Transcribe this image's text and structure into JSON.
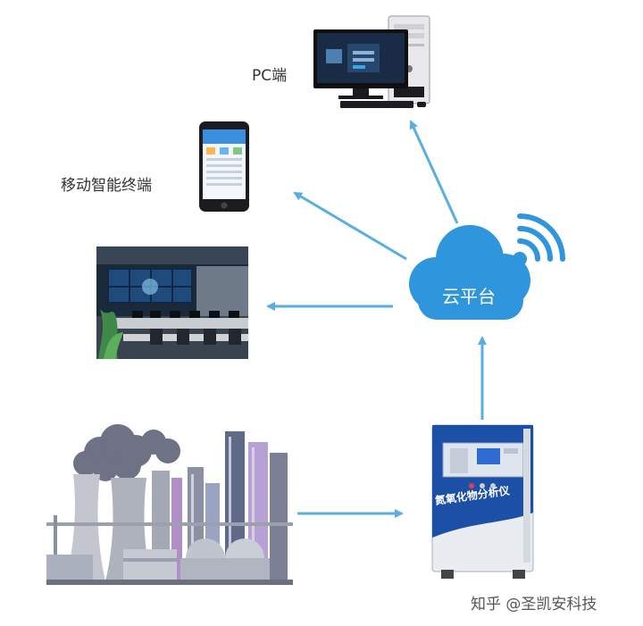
{
  "labels": {
    "pc": "PC端",
    "mobile": "移动智能终端",
    "cloud": "云平台",
    "analyzer": "氮氧化物分析仪"
  },
  "watermark": "知乎 @圣凯安科技",
  "colors": {
    "arrow": "#5aaee0",
    "cloud": "#2f95dc",
    "analyzer_blue": "#1c4fa6",
    "factory_gray": "#8f93a6",
    "factory_purple": "#a596c8"
  },
  "icons": [
    "pc-icon",
    "smartphone-icon",
    "control-room-icon",
    "cloud-icon",
    "wifi-icon",
    "factory-icon",
    "analyzer-icon"
  ]
}
